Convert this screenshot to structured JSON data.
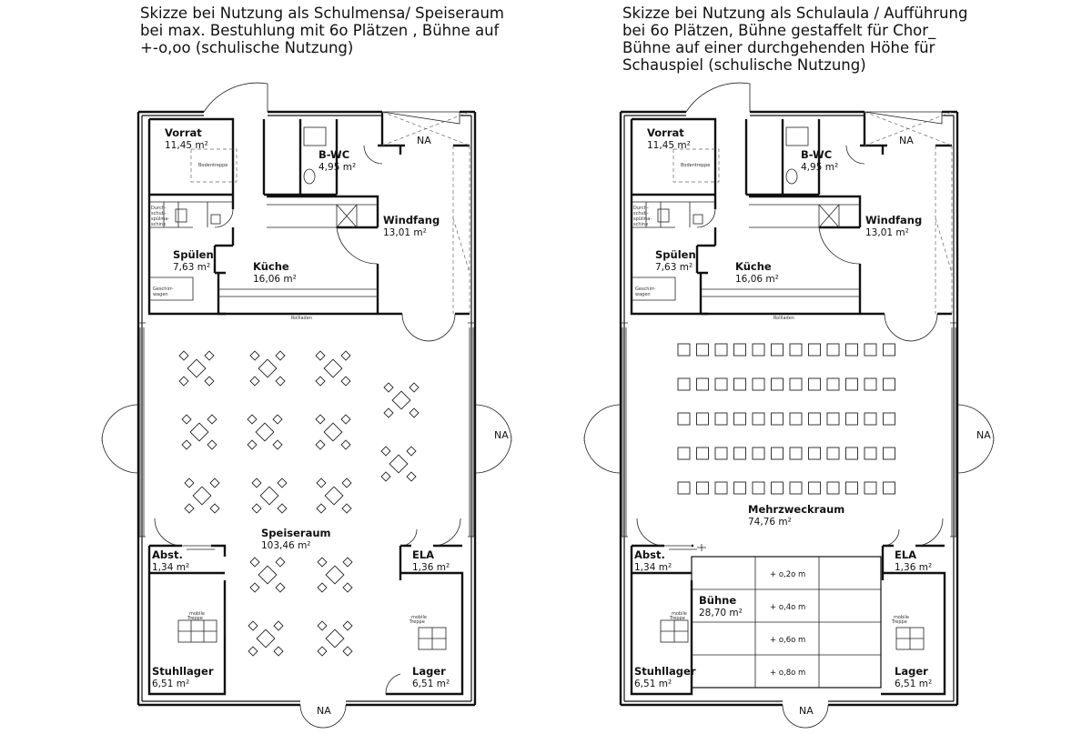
{
  "captions": {
    "left": [
      "Skizze bei Nutzung als Schulmensa/ Speiseraum",
      "bei max. Bestuhlung mit 6o Plätzen , Bühne auf",
      "+-o,oo (schulische Nutzung)"
    ],
    "right": [
      "Skizze bei Nutzung als Schulaula / Aufführung",
      "bei 6o Plätzen, Bühne gestaffelt für Chor_",
      "Bühne auf einer durchgehenden Höhe für",
      "Schauspiel  (schulische Nutzung)"
    ]
  },
  "rooms": {
    "vorrat": {
      "name": "Vorrat",
      "area": "11,45 m²"
    },
    "bwc": {
      "name": "B-WC",
      "area": "4,95 m²"
    },
    "windfang": {
      "name": "Windfang",
      "area": "13,01 m²"
    },
    "spuelen": {
      "name": "Spülen",
      "area": "7,63 m²"
    },
    "kueche": {
      "name": "Küche",
      "area": "16,06 m²"
    },
    "speiseraum": {
      "name": "Speiseraum",
      "area": "103,46 m²"
    },
    "mehrzweckraum": {
      "name": "Mehrzweckraum",
      "area": "74,76 m²"
    },
    "abst": {
      "name": "Abst.",
      "area": "1,34 m²"
    },
    "ela": {
      "name": "ELA",
      "area": "1,36 m²"
    },
    "buehne": {
      "name": "Bühne",
      "area": "28,70 m²"
    },
    "stuhllager": {
      "name": "Stuhllager",
      "area": "6,51 m²"
    },
    "lager": {
      "name": "Lager",
      "area": "6,51 m²"
    }
  },
  "small_labels": {
    "bodentreppe": "Bodentreppe",
    "durchschub": [
      "Durch-",
      "schub-",
      "spülma-",
      "schine"
    ],
    "geschirrwagen": [
      "Geschirr-",
      "wagen"
    ],
    "rollladen": "Rollladen",
    "mobile_treppe": [
      "mobile",
      "Treppe"
    ]
  },
  "exit_label": "NA",
  "stage_levels": [
    "+ o,2o m",
    "+ o,4o m",
    "+ o,6o m",
    "+ o,8o m"
  ]
}
